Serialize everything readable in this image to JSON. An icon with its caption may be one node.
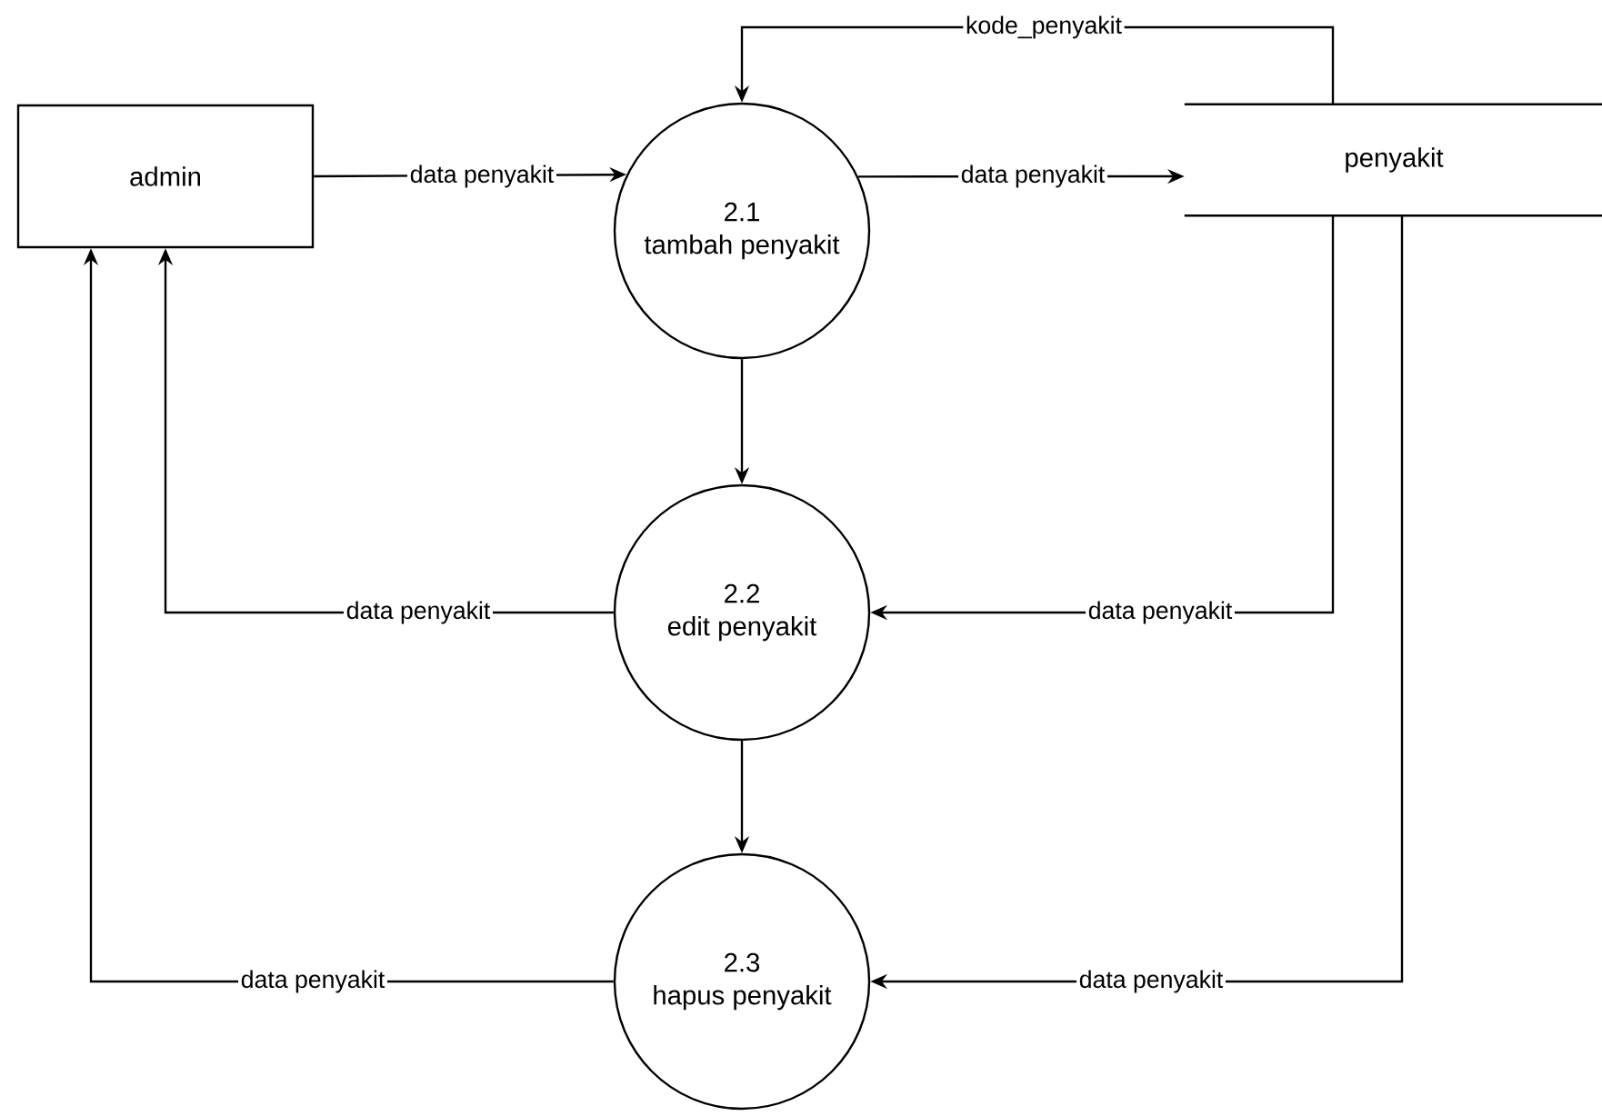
{
  "diagram": {
    "nodes": [
      {
        "text": [
          "admin"
        ]
      },
      {
        "text": [
          "2.1",
          "tambah penyakit"
        ]
      },
      {
        "text": [
          "2.2",
          "edit penyakit"
        ]
      },
      {
        "text": [
          "2.3",
          "hapus penyakit"
        ]
      },
      {
        "text": [
          "penyakit"
        ]
      }
    ],
    "edges": [
      {
        "from": 0,
        "to": 1,
        "arrow": "to",
        "label": "data penyakit"
      },
      {
        "from": 1,
        "to": 4,
        "arrow": "to",
        "label": "data penyakit"
      },
      {
        "from": 4,
        "to": 1,
        "arrow": "to",
        "label": "kode_penyakit"
      },
      {
        "from": 1,
        "to": 2,
        "arrow": "to"
      },
      {
        "from": 4,
        "to": 2,
        "arrow": "to",
        "label": "data penyakit"
      },
      {
        "from": 2,
        "to": 0,
        "arrow": "to",
        "label": "data penyakit"
      },
      {
        "from": 2,
        "to": 3,
        "arrow": "to"
      },
      {
        "from": 4,
        "to": 3,
        "arrow": "to",
        "label": "data penyakit"
      },
      {
        "from": 3,
        "to": 0,
        "arrow": "to",
        "label": "data penyakit"
      }
    ]
  }
}
